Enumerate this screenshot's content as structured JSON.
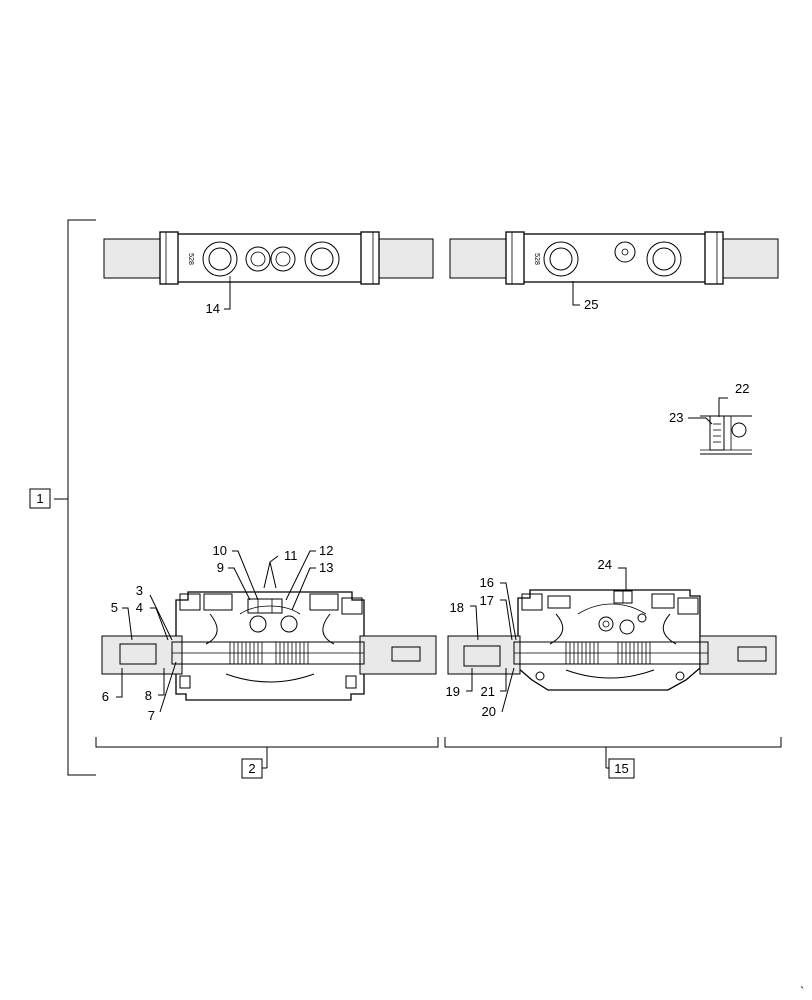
{
  "labels": {
    "l1": "1",
    "l2": "2",
    "l3": "3",
    "l4": "4",
    "l5": "5",
    "l6": "6",
    "l7": "7",
    "l8": "8",
    "l9": "9",
    "l10": "10",
    "l11": "11",
    "l12": "12",
    "l13": "13",
    "l14": "14",
    "l15": "15",
    "l16": "16",
    "l17": "17",
    "l18": "18",
    "l19": "19",
    "l20": "20",
    "l21": "21",
    "l22": "22",
    "l23": "23",
    "l24": "24",
    "l25": "25"
  },
  "stamps": {
    "left": "528",
    "right": "528"
  },
  "corner_mark": "`"
}
